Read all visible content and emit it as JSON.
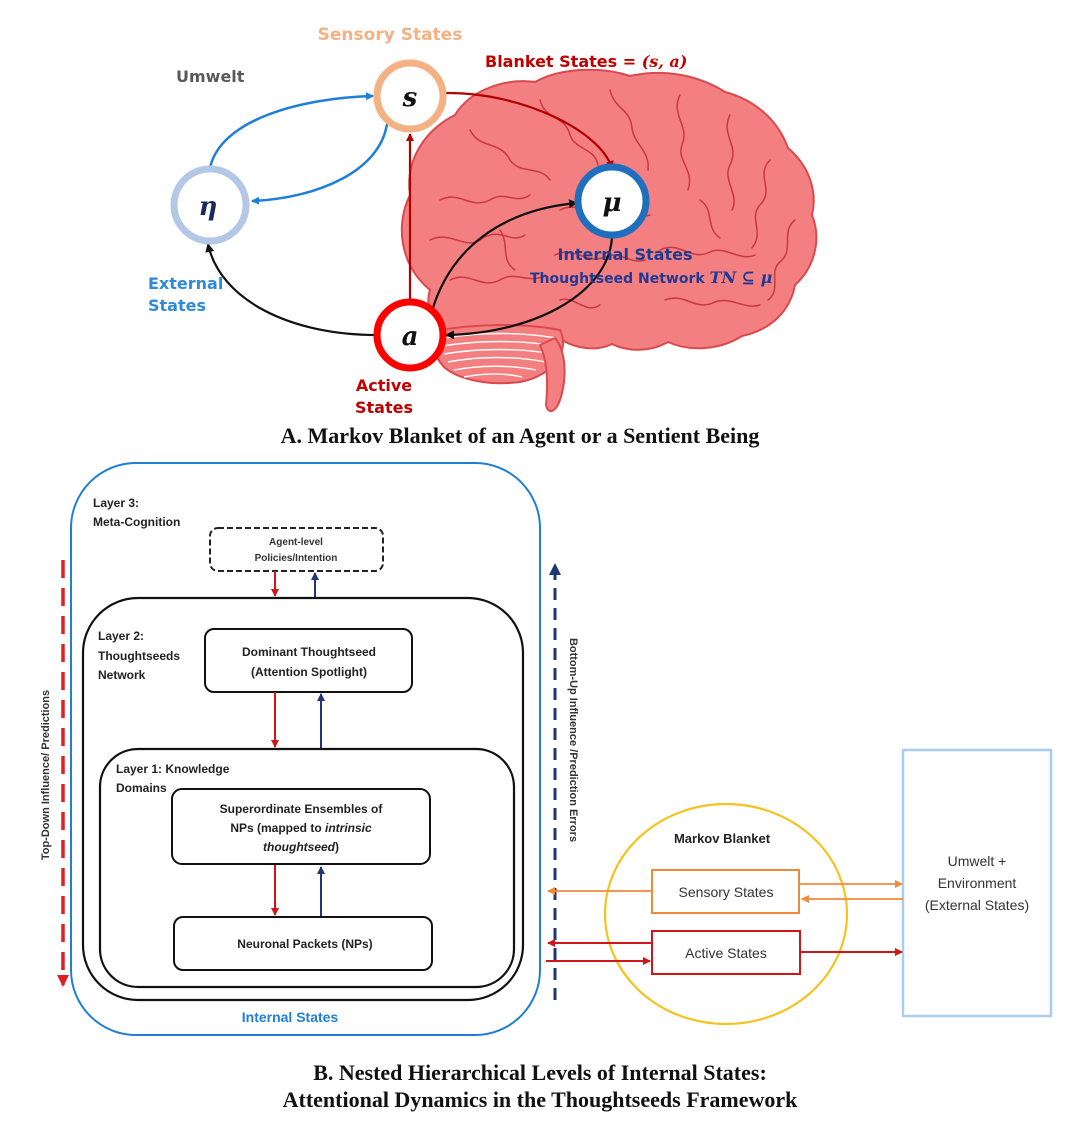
{
  "panel_a": {
    "caption": "A. Markov Blanket of an Agent or a Sentient Being",
    "labels": {
      "sensory_states": "Sensory States",
      "umwelt": "Umwelt",
      "blanket_states": "Blanket States = ",
      "blanket_math": "(s, a)",
      "external_line1": "External",
      "external_line2": "States",
      "internal_states": "Internal States",
      "thoughtseed_network": "Thoughtseed Network ",
      "thoughtseed_math": "TN ⊆ μ",
      "active_line1": "Active",
      "active_line2": "States"
    },
    "nodes": {
      "s": "s",
      "eta": "η",
      "mu": "μ",
      "a": "a"
    },
    "colors": {
      "sensory": "#f4b183",
      "sensory_text": "#f4b183",
      "external": "#b4c7e7",
      "external_text": "#2e8bd8",
      "internal": "#1f6fbf",
      "internal_text": "#1f3a93",
      "active": "#ff0000",
      "active_text": "#c00000",
      "blanket_text": "#c00000",
      "umwelt_text": "#595959",
      "brain_fill": "#f47f80",
      "brain_stroke": "#d94a4f"
    }
  },
  "panel_b": {
    "caption_line1": "B. Nested Hierarchical Levels of Internal States:",
    "caption_line2": "Attentional Dynamics in the Thoughtseeds Framework",
    "layer3": {
      "label_line1": "Layer  3:",
      "label_line2": "Meta-Cognition",
      "box_line1": "Agent-level",
      "box_line2": "Policies/Intention"
    },
    "layer2": {
      "label_line1": "Layer  2:",
      "label_line2": "Thoughtseeds",
      "label_line3": "Network",
      "box_line1": "Dominant  Thoughtseed",
      "box_line2": "(Attention  Spotlight)"
    },
    "layer1": {
      "label_line1": "Layer  1:  Knowledge",
      "label_line2": "Domains",
      "ensembles_line1": "Superordinate  Ensembles  of",
      "ensembles_line2a": "NPs  (mapped  to  ",
      "ensembles_line2b": "intrinsic",
      "ensembles_line3a": "thoughtseed",
      "ensembles_line3b": ")",
      "packets": "Neuronal  Packets  (NPs)"
    },
    "internal_states": "Internal   States",
    "top_down": "Top-Down  Influence/  Predictions",
    "bottom_up": "Bottom-Up  Influence  /Prediction  Errors",
    "markov_blanket": "Markov  Blanket",
    "sensory_states": "Sensory   States",
    "active_states": "Active   States",
    "umwelt_line1": "Umwelt   +",
    "umwelt_line2": "Environment",
    "umwelt_line3": "(External  States)",
    "colors": {
      "internal_border": "#1f7fd6",
      "top_down": "#e02020",
      "bottom_up": "#1f3575",
      "blanket_circle": "#f7c21e",
      "sensory_box": "#f08a3c",
      "active_box": "#d0161b",
      "umwelt_box": "#a9cdf0"
    }
  }
}
